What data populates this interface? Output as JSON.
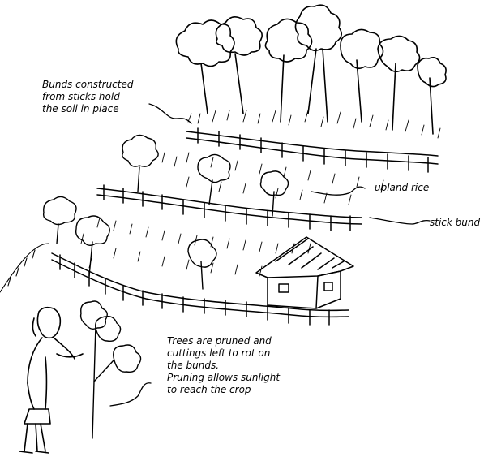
{
  "labels": {
    "bunds": [
      "Bunds constructed",
      "from sticks hold",
      "the soil in place"
    ],
    "upland_rice": "upland rice",
    "stick_bund": "stick bund",
    "pruning": [
      "Trees are pruned and",
      "cuttings left to rot on",
      "the bunds.",
      "Pruning allows sunlight",
      "to reach the crop"
    ]
  }
}
